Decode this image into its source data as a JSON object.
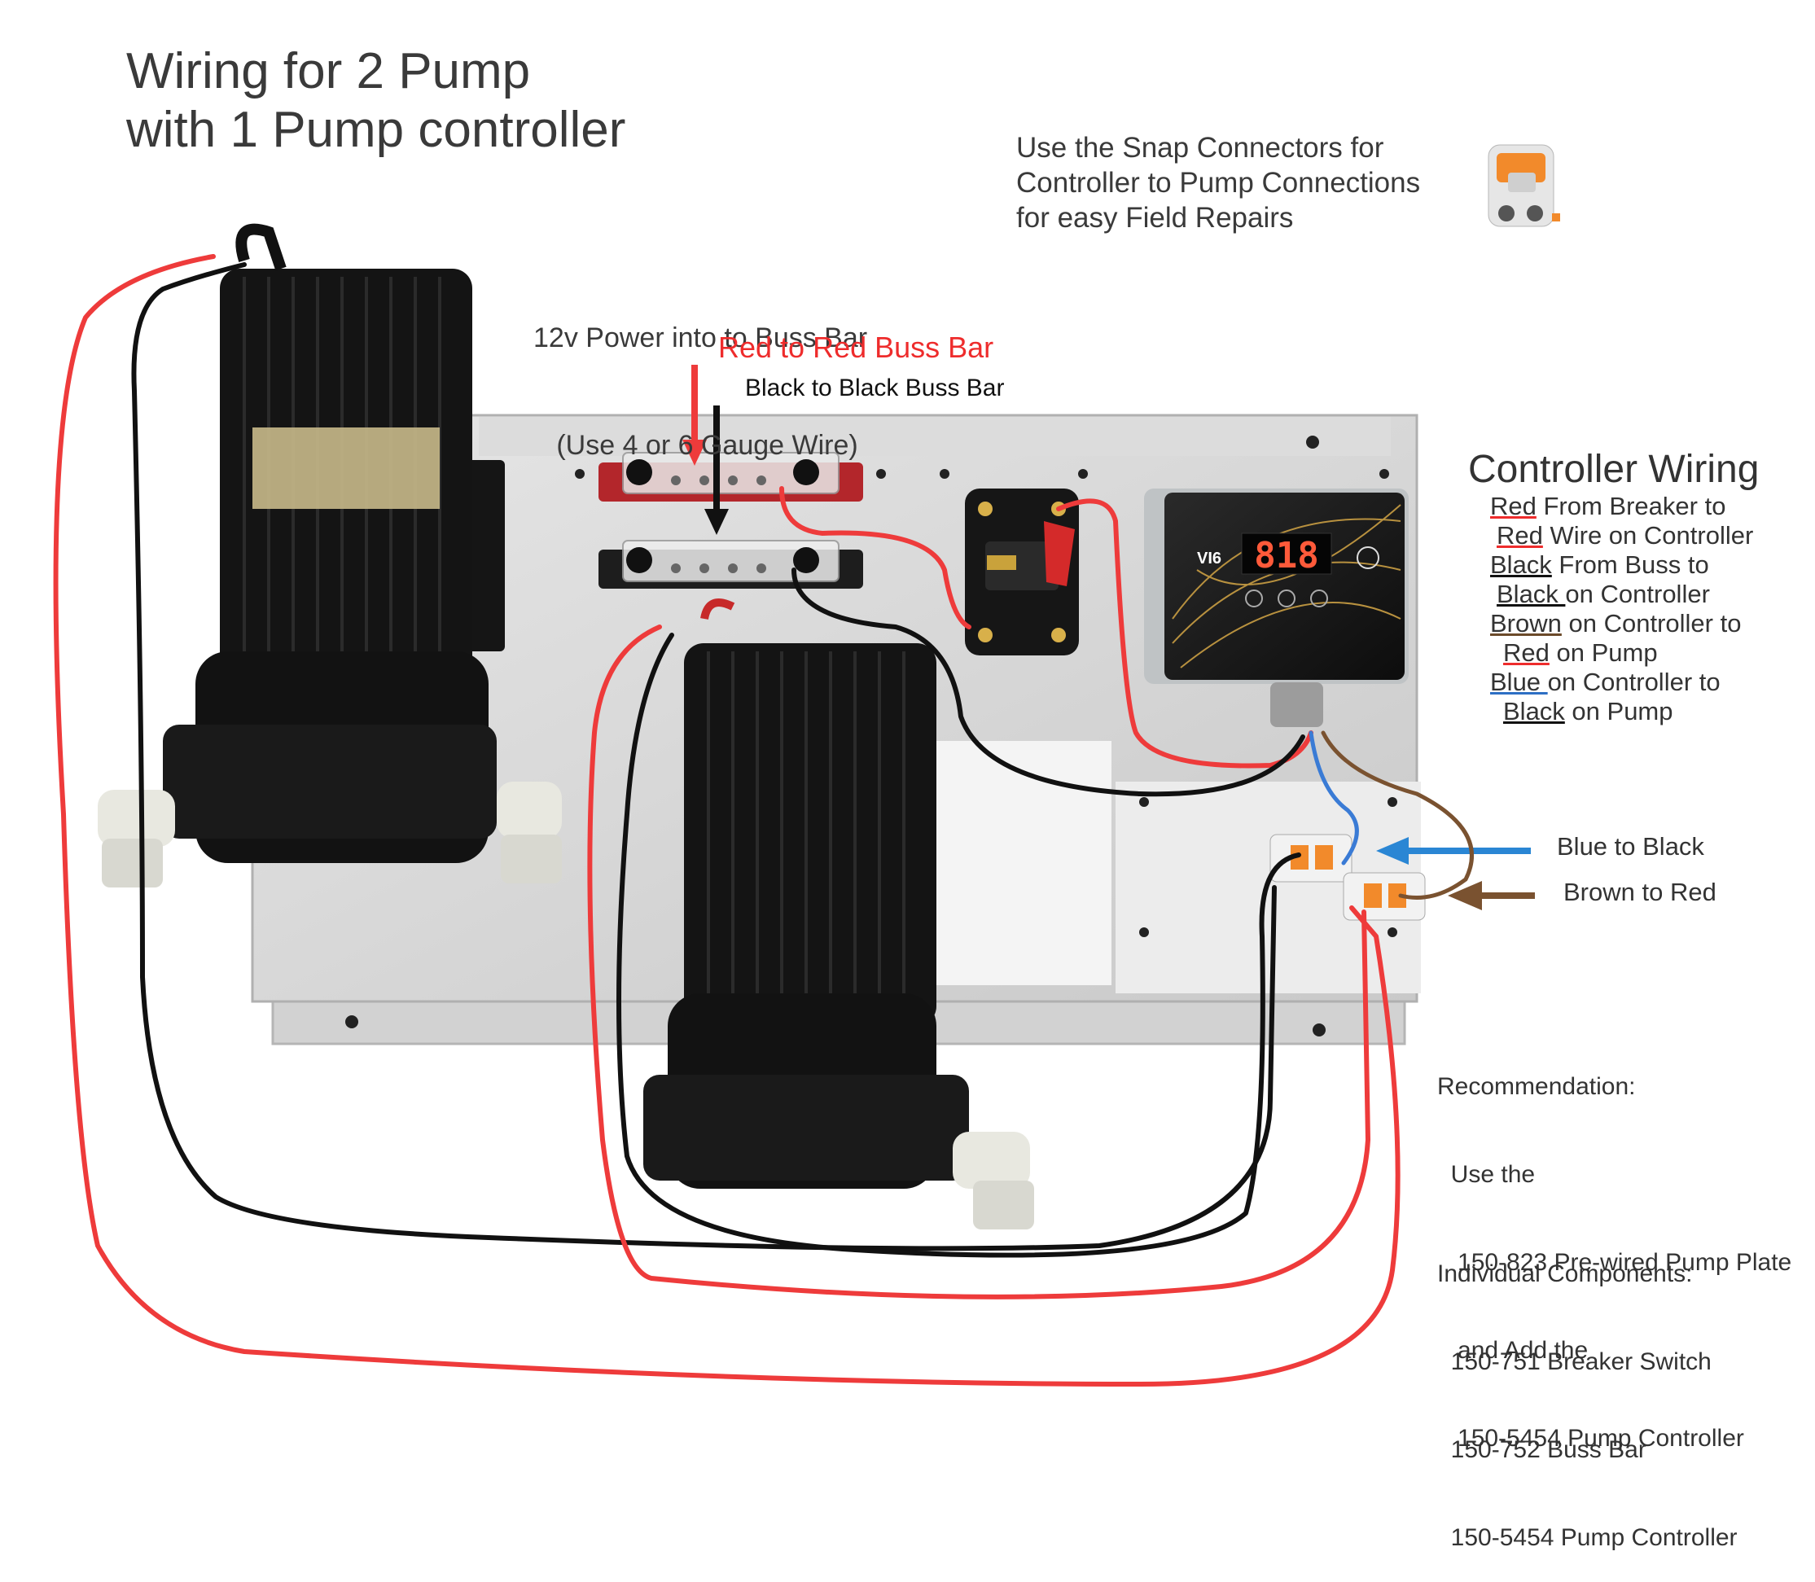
{
  "title": {
    "line1": "Wiring for 2 Pump",
    "line2": "with 1 Pump controller"
  },
  "snap_note": {
    "line1": "Use the Snap Connectors for",
    "line2": "Controller to Pump Connections",
    "line3": "for easy Field Repairs",
    "icon": "snap-connector-icon"
  },
  "power_note": {
    "line1": "12v Power into to Buss Bar",
    "line2": "   (Use 4 or 6 Gauge Wire)"
  },
  "buss_labels": {
    "red": "Red to Red Buss Bar",
    "black": "Black to Black Buss Bar"
  },
  "controller_wiring": {
    "title": "Controller Wiring",
    "l1_a": "Red",
    "l1_b": " From Breaker to",
    "l2_a": "Red",
    "l2_b": " Wire on Controller",
    "l3_a": "Black",
    "l3_b": " From Buss to",
    "l4_a": "Black ",
    "l4_b": "on Controller",
    "l5_a": "Brown",
    "l5_b": " on Controller to",
    "l6_a": "Red",
    "l6_b": " on Pump",
    "l7_a": "Blue ",
    "l7_b": "on Controller to",
    "l8_a": "Black",
    "l8_b": " on Pump"
  },
  "connector_labels": {
    "blue": "Blue to Black",
    "brown": "Brown to Red"
  },
  "recommendation": {
    "heading": "Recommendation:",
    "line1": "  Use the",
    "line2": "   150-823 Pre-wired Pump Plate",
    "line3": "   and Add the",
    "line4": "   150-5454 Pump Controller"
  },
  "components": {
    "heading": "Individual Components:",
    "item1": "  150-751 Breaker Switch",
    "item2": "  150-752 Buss Bar",
    "item3": "  150-5454 Pump Controller"
  },
  "controller_device": {
    "brand": "VI6",
    "display": "818"
  },
  "colors": {
    "red_wire": "#ee3b3b",
    "black_wire": "#111111",
    "blue_wire": "#3a7bd5",
    "brown_wire": "#7a5230",
    "plate": "#d9d9d9"
  }
}
